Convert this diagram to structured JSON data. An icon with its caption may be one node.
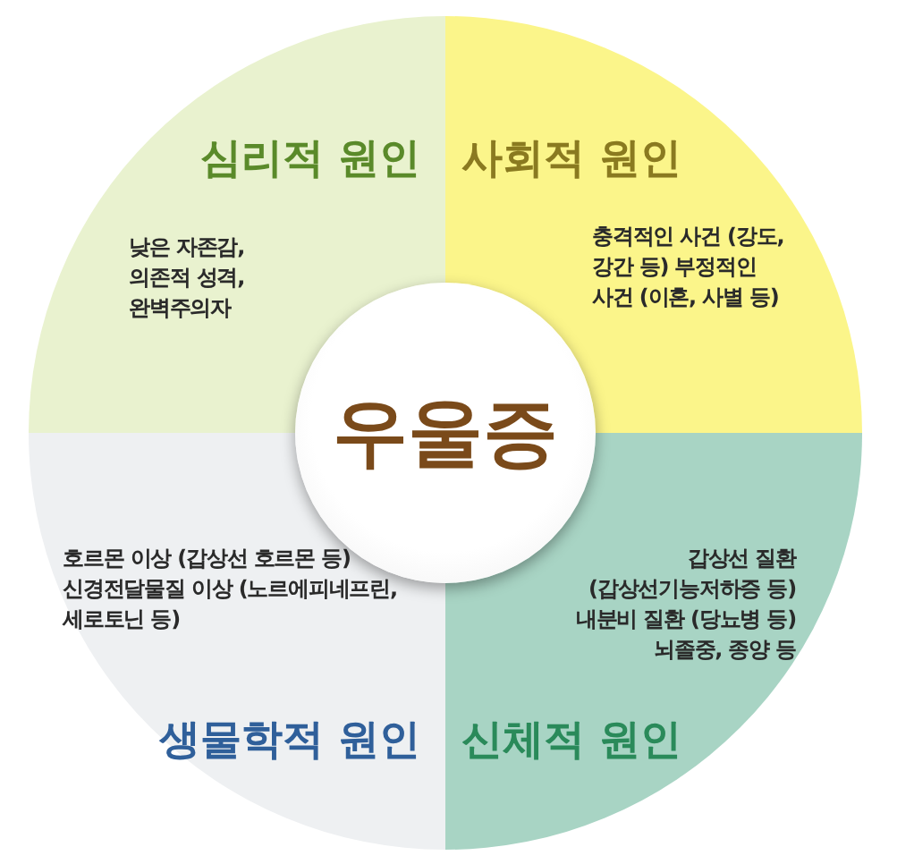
{
  "diagram": {
    "nodes": [
      {
        "text": [
          "심리적 원인",
          "낮은 자존감, 의존적 성격, 완벽주의자"
        ]
      },
      {
        "text": [
          "사회적 원인",
          "충격적인 사건 (강도, 강간 등) 부정적인 사건 (이혼, 사별 등)"
        ]
      },
      {
        "text": [
          "우울증"
        ]
      },
      {
        "text": [
          "호르몬 이상 (갑상선 호르몬 등) 신경전달물질 이상 (노르에피네프린, 세로토닌 등)",
          "생물학적 원인"
        ]
      },
      {
        "text": [
          "갑상선 질환 (갑상선기능저하증 등) 내분비 질환 (당뇨병 등) 뇌졸중, 종양 등",
          "신체적 원인"
        ]
      }
    ]
  }
}
